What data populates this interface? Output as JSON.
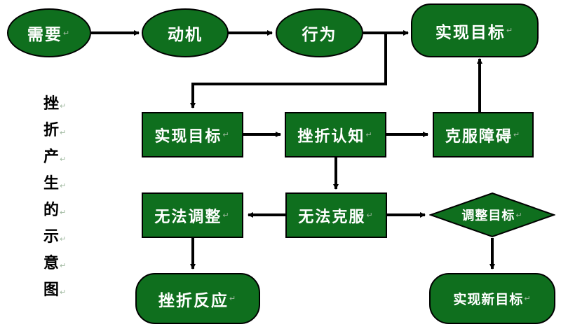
{
  "nodes": {
    "need": "需要",
    "motive": "动机",
    "behavior": "行为",
    "goal_top": "实现目标",
    "goal_mid": "实现目标",
    "cognition": "挫折认知",
    "overcome": "克服障碍",
    "cannot_adjust": "无法调整",
    "cannot_overcome": "无法克服",
    "adjust_goal": "调整目标",
    "reaction": "挫折反应",
    "new_goal": "实现新目标"
  },
  "side_title": [
    "挫",
    "折",
    "产",
    "生",
    "的",
    "示",
    "意",
    "图"
  ],
  "paragraph_mark": "↵",
  "colors": {
    "node_fill": "#0f6f1e",
    "border": "#000000",
    "text": "#ffffff"
  }
}
